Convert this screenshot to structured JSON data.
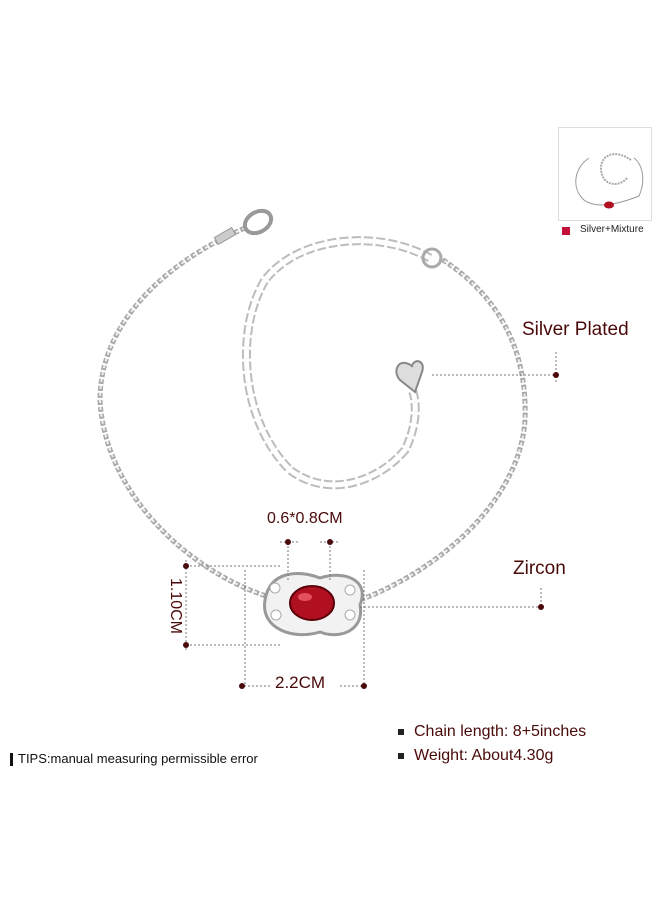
{
  "thumbnail": {
    "legend_label": "Silver+Mixture",
    "legend_color": "#c4113a"
  },
  "annotations": {
    "material": "Silver Plated",
    "stone": "Zircon",
    "stone_size": "0.6*0.8CM",
    "pendant_height": "1.10CM",
    "pendant_width": "2.2CM"
  },
  "specs": [
    {
      "label": "Chain length: 8+5inches"
    },
    {
      "label": "Weight: About4.30g"
    }
  ],
  "tips": "TIPS:manual measuring permissible error",
  "colors": {
    "annotation": "#4a0a0a",
    "gem": "#b01020",
    "metal": "#b8b8b8"
  }
}
